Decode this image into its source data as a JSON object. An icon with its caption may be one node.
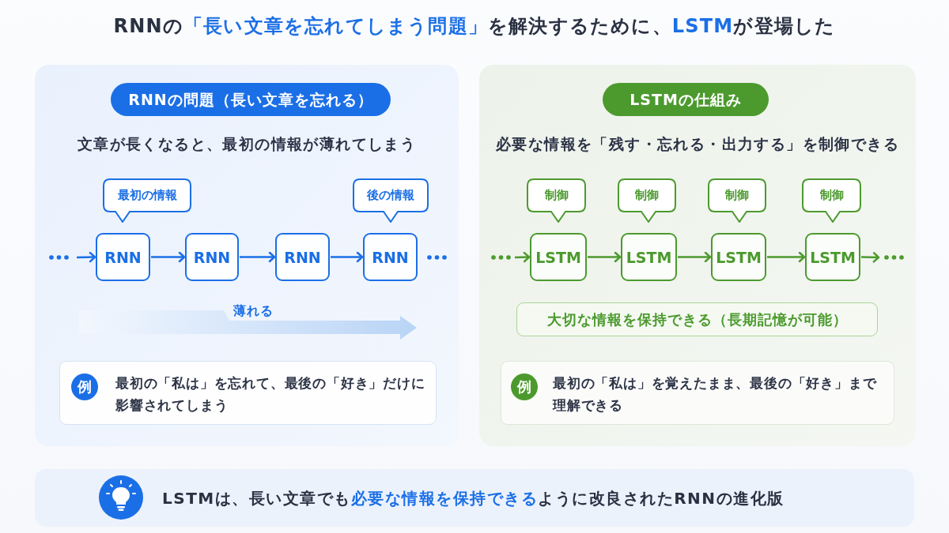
{
  "diagram": {
    "title": "RNNの**「長い文章を忘れてしまう問題」**を解決するために、**LSTM**が登場した",
    "nodes": [
      {
        "text": [
          "文章が長くなると、最初の情報が薄れてしまう"
        ]
      },
      {
        "text": [
          "RNNの問題（長い文章を忘れる）"
        ],
        "in": 0
      },
      {
        "text": [
          "最初の情報"
        ],
        "in": 0
      },
      {
        "text": [
          "後の情報"
        ],
        "in": 0
      },
      {
        "text": [
          "RNN"
        ],
        "in": 0
      },
      {
        "text": [
          "RNN"
        ],
        "in": 0
      },
      {
        "text": [
          "RNN"
        ],
        "in": 0
      },
      {
        "text": [
          "RNN"
        ],
        "in": 0
      },
      {
        "text": [
          "最初の「私は」を忘れて、最後の「好き」だけに影響されてしまう"
        ],
        "in": 0
      },
      {
        "text": [
          "例"
        ],
        "in": 8
      },
      {
        "text": [
          "必要な情報を「残す・忘れる・出力する」を制御できる"
        ]
      },
      {
        "text": [
          "LSTMの仕組み"
        ],
        "in": 10
      },
      {
        "text": [
          "制御"
        ],
        "in": 10
      },
      {
        "text": [
          "制御"
        ],
        "in": 10
      },
      {
        "text": [
          "制御"
        ],
        "in": 10
      },
      {
        "text": [
          "制御"
        ],
        "in": 10
      },
      {
        "text": [
          "LSTM"
        ],
        "in": 10
      },
      {
        "text": [
          "LSTM"
        ],
        "in": 10
      },
      {
        "text": [
          "LSTM"
        ],
        "in": 10
      },
      {
        "text": [
          "LSTM"
        ],
        "in": 10
      },
      {
        "text": [
          "大切な情報を保持できる（長期記憶が可能）"
        ],
        "in": 10
      },
      {
        "text": [
          "最初の「私は」を覚えたまま、最後の「好き」まで理解できる"
        ],
        "in": 10
      },
      {
        "text": [
          "例"
        ],
        "in": 21
      },
      {
        "text": [
          "LSTMは、長い文章でも**必要な情報を保持できる**ように改良されたRNNの進化版"
        ]
      }
    ],
    "edges": [
      {
        "from": null,
        "to": 4,
        "arrow": "to",
        "color": "#1b6fe6"
      },
      {
        "from": 4,
        "to": 5,
        "arrow": "to",
        "color": "#1b6fe6"
      },
      {
        "from": 5,
        "to": 6,
        "arrow": "to",
        "color": "#1b6fe6"
      },
      {
        "from": 6,
        "to": 7,
        "arrow": "to",
        "color": "#1b6fe6"
      },
      {
        "from": null,
        "to": 16,
        "arrow": "to"
      },
      {
        "from": 16,
        "to": 17,
        "arrow": "to"
      },
      {
        "from": 17,
        "to": 18,
        "arrow": "to"
      },
      {
        "from": 18,
        "to": 19,
        "arrow": "to"
      },
      {
        "from": 19,
        "to": null,
        "arrow": "to"
      }
    ],
    "labels": [
      "薄れる"
    ]
  }
}
